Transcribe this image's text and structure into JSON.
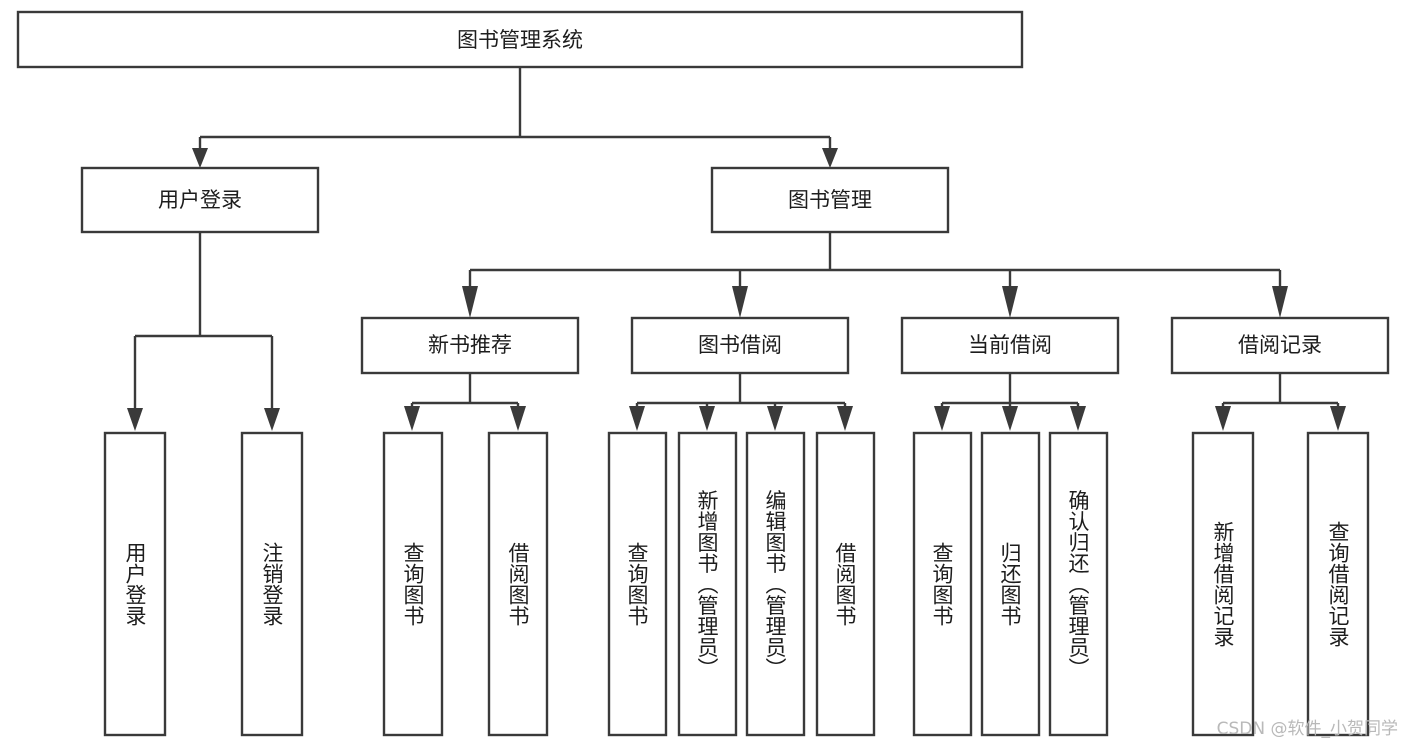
{
  "diagram": {
    "title": "图书管理系统",
    "type": "tree-hierarchy-diagram",
    "orientation": "top-down",
    "colors": {
      "box_fill": "#ffffff",
      "box_stroke": "#3a3a3a",
      "text": "#1d1d1d",
      "background": "#ffffff",
      "watermark": "#b9b9b9"
    },
    "root": {
      "label": "图书管理系统"
    },
    "level2": [
      {
        "id": "user-login",
        "label": "用户登录"
      },
      {
        "id": "book-manage",
        "label": "图书管理"
      }
    ],
    "level3": [
      {
        "id": "new-book-recommend",
        "label": "新书推荐",
        "parent": "book-manage"
      },
      {
        "id": "book-borrow",
        "label": "图书借阅",
        "parent": "book-manage"
      },
      {
        "id": "current-borrow",
        "label": "当前借阅",
        "parent": "book-manage"
      },
      {
        "id": "borrow-record",
        "label": "借阅记录",
        "parent": "book-manage"
      }
    ],
    "leaves": [
      {
        "id": "leaf-user-login",
        "label": "用户登录",
        "parent": "user-login"
      },
      {
        "id": "leaf-logout-login",
        "label": "注销登录",
        "parent": "user-login"
      },
      {
        "id": "leaf-query-book-1",
        "label": "查询图书",
        "parent": "new-book-recommend"
      },
      {
        "id": "leaf-borrow-book-1",
        "label": "借阅图书",
        "parent": "new-book-recommend"
      },
      {
        "id": "leaf-query-book-2",
        "label": "查询图书",
        "parent": "book-borrow"
      },
      {
        "id": "leaf-add-book",
        "label": "新增图书（管理员）",
        "parent": "book-borrow"
      },
      {
        "id": "leaf-edit-book",
        "label": "编辑图书（管理员）",
        "parent": "book-borrow"
      },
      {
        "id": "leaf-borrow-book-2",
        "label": "借阅图书",
        "parent": "book-borrow"
      },
      {
        "id": "leaf-query-book-3",
        "label": "查询图书",
        "parent": "current-borrow"
      },
      {
        "id": "leaf-return-book",
        "label": "归还图书",
        "parent": "current-borrow"
      },
      {
        "id": "leaf-confirm-return",
        "label": "确认归还（管理员）",
        "parent": "current-borrow"
      },
      {
        "id": "leaf-add-record",
        "label": "新增借阅记录",
        "parent": "borrow-record"
      },
      {
        "id": "leaf-query-record",
        "label": "查询借阅记录",
        "parent": "borrow-record"
      }
    ]
  },
  "watermark": {
    "text": "CSDN @软件_小贺同学"
  }
}
